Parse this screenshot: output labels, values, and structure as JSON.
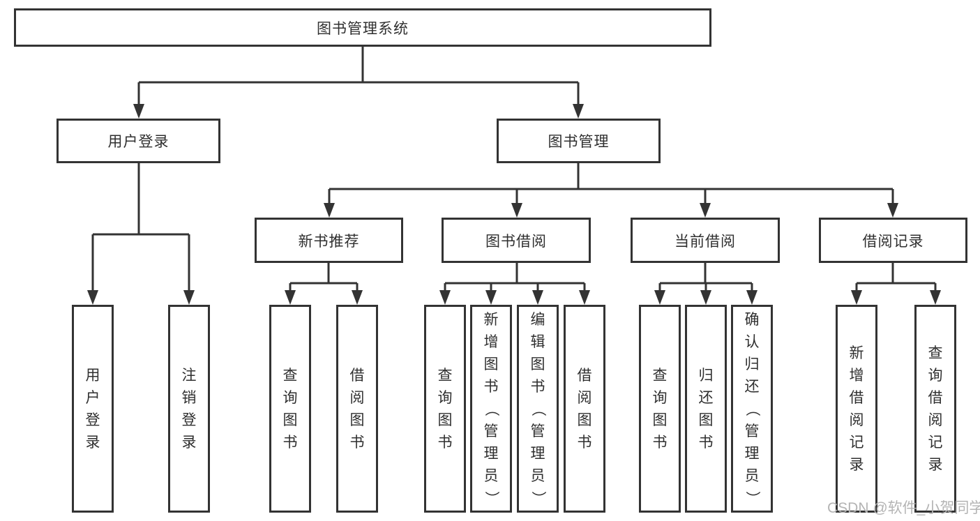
{
  "diagram": {
    "root": "图书管理系统",
    "tree": [
      {
        "label": "用户登录",
        "children": [
          "用户登录",
          "注销登录"
        ]
      },
      {
        "label": "图书管理",
        "children": [
          {
            "label": "新书推荐",
            "children": [
              "查询图书",
              "借阅图书"
            ]
          },
          {
            "label": "图书借阅",
            "children": [
              "查询图书",
              "新增图书（管理员）",
              "编辑图书（管理员）",
              "借阅图书"
            ]
          },
          {
            "label": "当前借阅",
            "children": [
              "查询图书",
              "归还图书",
              "确认归还（管理员）"
            ]
          },
          {
            "label": "借阅记录",
            "children": [
              "新增借阅记录",
              "查询借阅记录"
            ]
          }
        ]
      }
    ]
  },
  "watermark": {
    "text": "CSDN @软件_小贺同学"
  },
  "colors": {
    "line": "#333333",
    "text": "#2f2f2f",
    "box_bg": "#ffffff",
    "watermark": "#b4b4b4"
  }
}
